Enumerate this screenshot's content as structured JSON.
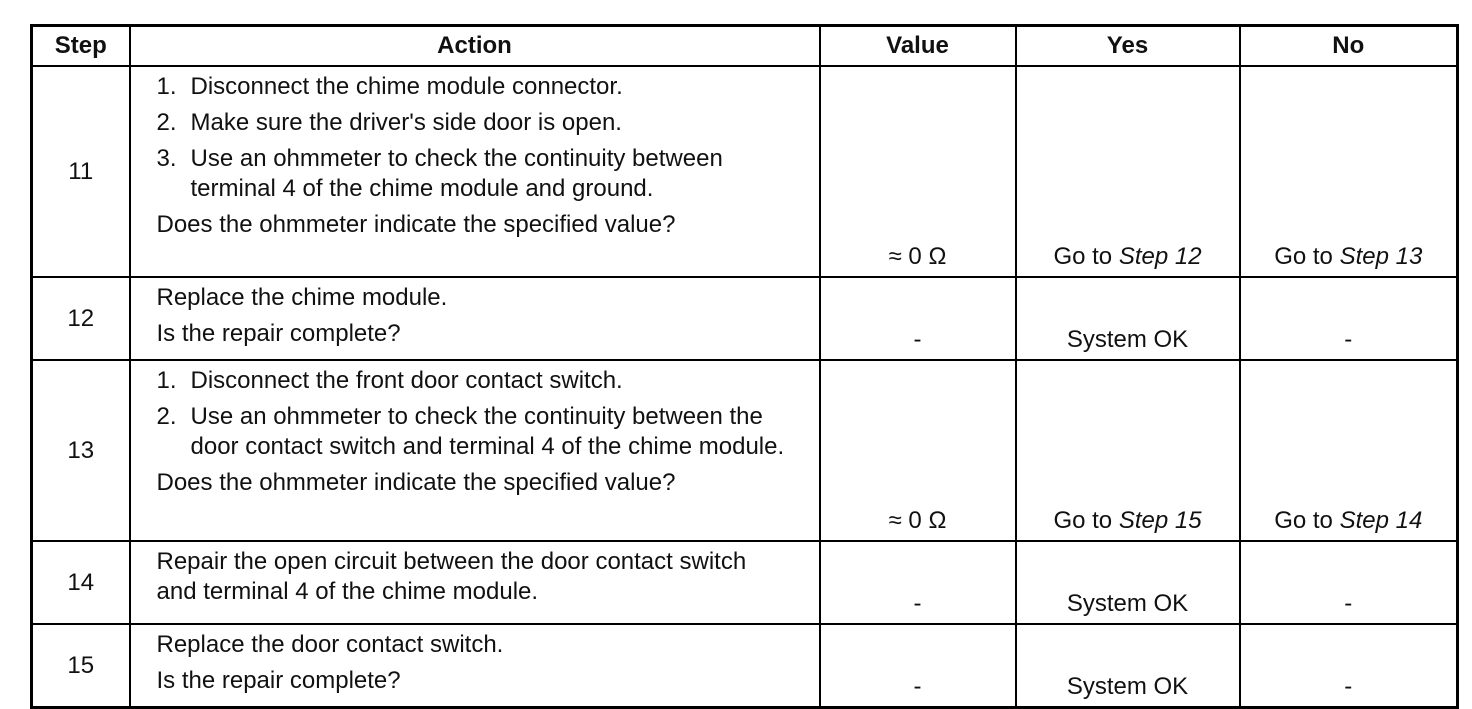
{
  "headers": {
    "step": "Step",
    "action": "Action",
    "value": "Value",
    "yes": "Yes",
    "no": "No"
  },
  "rows": [
    {
      "step": "11",
      "items": [
        {
          "num": "1.",
          "text": "Disconnect the chime module connector."
        },
        {
          "num": "2.",
          "text": "Make sure the driver's side door is open."
        },
        {
          "num": "3.",
          "text": "Use an ohmmeter to check the continuity between terminal 4 of the chime module and ground."
        }
      ],
      "question": "Does the ohmmeter indicate the specified value?",
      "value": "≈ 0 Ω",
      "yes_prefix": "Go to ",
      "yes_step": "Step 12",
      "no_prefix": "Go to ",
      "no_step": "Step 13"
    },
    {
      "step": "12",
      "line": "Replace the chime module.",
      "question": "Is the repair complete?",
      "value": "-",
      "yes": "System OK",
      "no": "-"
    },
    {
      "step": "13",
      "items": [
        {
          "num": "1.",
          "text": "Disconnect the front door contact switch."
        },
        {
          "num": "2.",
          "text": "Use an ohmmeter to check the continuity between the door contact switch and terminal 4 of the chime module."
        }
      ],
      "question": "Does the ohmmeter indicate the specified value?",
      "value": "≈ 0 Ω",
      "yes_prefix": "Go to ",
      "yes_step": "Step 15",
      "no_prefix": "Go to ",
      "no_step": "Step 14"
    },
    {
      "step": "14",
      "line": "Repair the open circuit between the door contact switch and terminal 4 of the chime module.",
      "value": "-",
      "yes": "System OK",
      "no": "-"
    },
    {
      "step": "15",
      "line": "Replace the door contact switch.",
      "question": "Is the repair complete?",
      "value": "-",
      "yes": "System OK",
      "no": "-"
    }
  ]
}
